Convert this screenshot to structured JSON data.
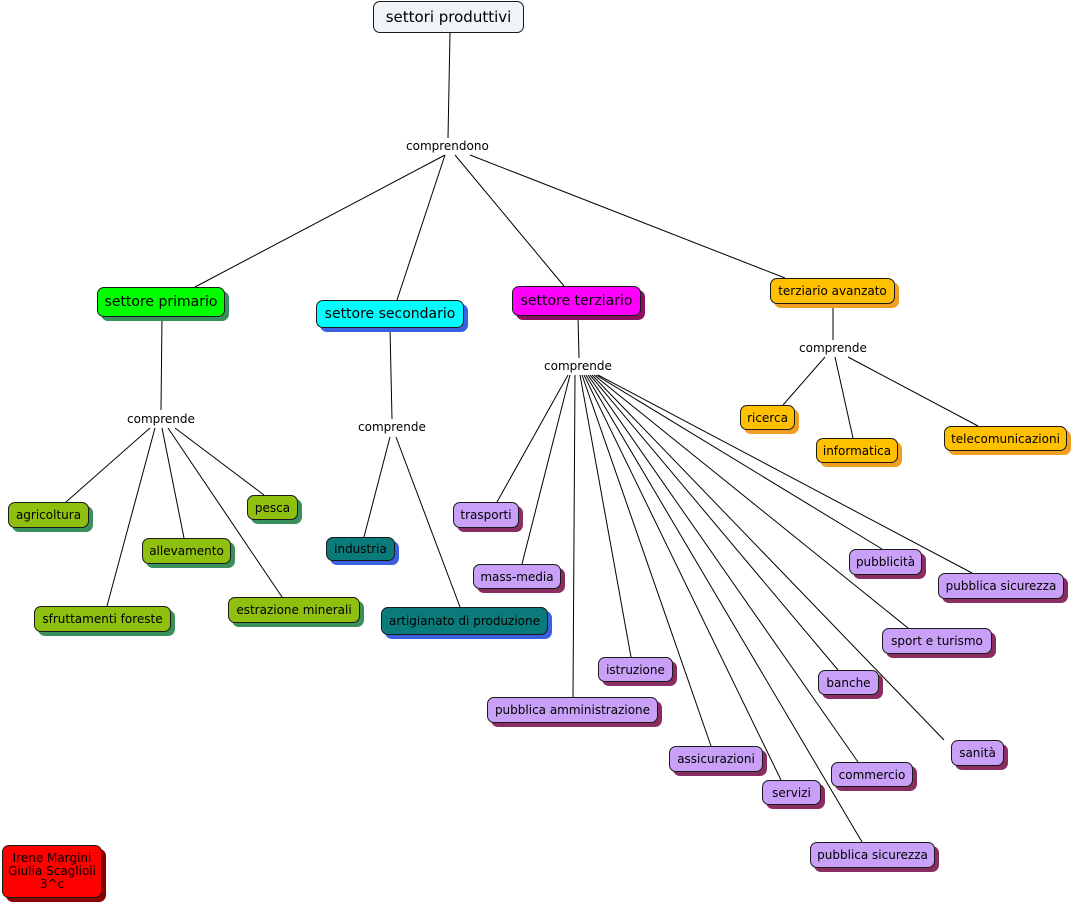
{
  "colors": {
    "root": "#eef4f8",
    "primary": "#00ff00",
    "primary_shadow": "#3a8f5a",
    "primary_child": "#8fbf0f",
    "secondary": "#00ffff",
    "secondary_shadow": "#3a5fe0",
    "secondary_child": "#0b7a7a",
    "tertiary": "#ff00ff",
    "tertiary_shadow": "#8a1060",
    "tertiary_child": "#c8a0f8",
    "tertiary_child_shadow": "#8a2e62",
    "advanced": "#ffc000",
    "advanced_shadow": "#f0a020",
    "author": "#ff0000",
    "author_shadow": "#8a0000"
  },
  "nodes": {
    "root": "settori produttivi",
    "primary": "settore primario",
    "secondary": "settore secondario",
    "tertiary": "settore terziario",
    "advanced": "terziario avanzato",
    "agricoltura": "agricoltura",
    "pesca": "pesca",
    "allevamento": "allevamento",
    "sfruttamenti": "sfruttamenti foreste",
    "estrazione": "estrazione minerali",
    "industria": "industria",
    "artigianato": "artigianato di produzione",
    "trasporti": "trasporti",
    "massmedia": "mass-media",
    "istruzione": "istruzione",
    "pubblica_amm": "pubblica amministrazione",
    "assicurazioni": "assicurazioni",
    "servizi": "servizi",
    "pubblica_sic_bottom": "pubblica sicurezza",
    "commercio": "commercio",
    "banche": "banche",
    "sanita": "sanità",
    "sport": "sport e turismo",
    "pubblicita": "pubblicità",
    "pubblica_sic_right": "pubblica sicurezza",
    "ricerca": "ricerca",
    "informatica": "informatica",
    "telecom": "telecomunicazioni",
    "author": "Irene Margini\nGiulia Scaglioli\n3^c"
  },
  "link_labels": {
    "comprendono": "comprendono",
    "comprende_primary": "comprende",
    "comprende_secondary": "comprende",
    "comprende_tertiary": "comprende",
    "comprende_advanced": "comprende"
  }
}
